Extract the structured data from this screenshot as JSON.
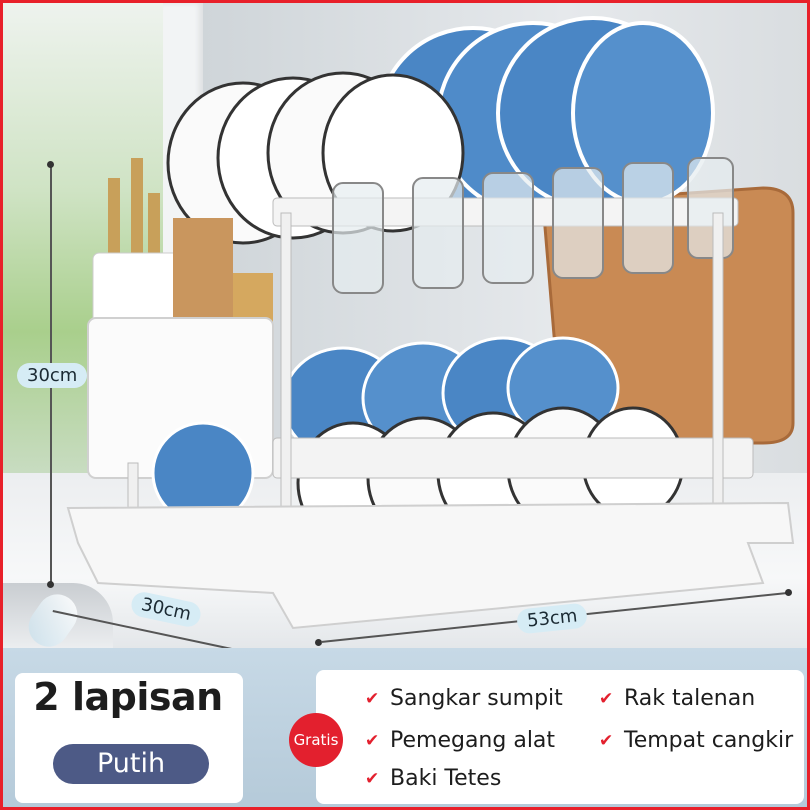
{
  "dimensions": {
    "height_label": "30cm",
    "depth_label": "30cm",
    "width_label": "53cm"
  },
  "product": {
    "tiers_label": "2 lapisan",
    "color_label": "Putih"
  },
  "bonus": {
    "badge": "Gratis",
    "features": [
      "Sangkar sumpit",
      "Rak talenan",
      "Pemegang alat",
      "Tempat cangkir",
      "Baki Tetes"
    ]
  },
  "colors": {
    "border": "#e8202a",
    "accent_red": "#e3202e",
    "pill_navy": "#4d5a86",
    "plate_blue": "#4a86c5"
  },
  "icons": {
    "check": "check-icon"
  }
}
